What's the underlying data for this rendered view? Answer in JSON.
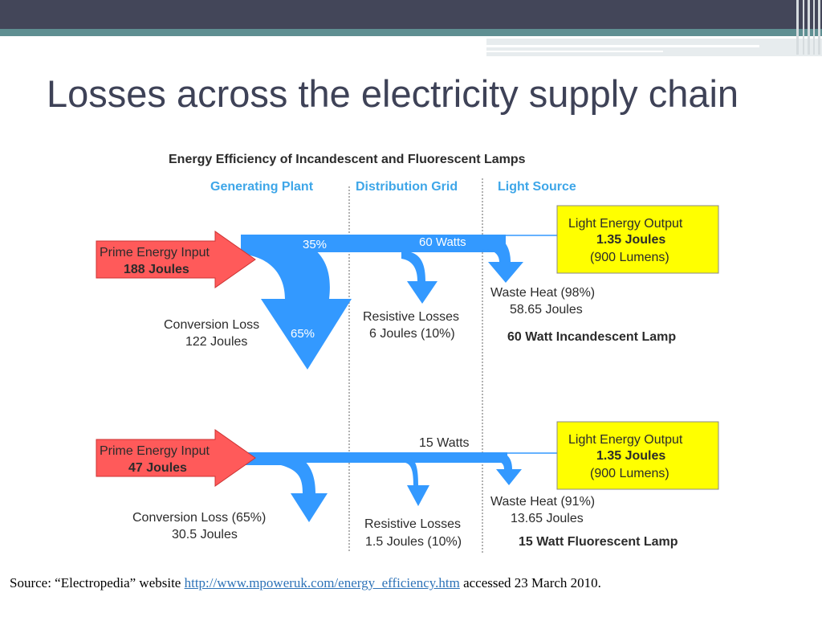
{
  "slide": {
    "title": "Losses across the electricity supply chain",
    "source": {
      "prefix": "Source:  “Electropedia” website ",
      "link": "http://www.mpoweruk.com/energy_efficiency.htm",
      "suffix": " accessed 23 March 2010."
    }
  },
  "diagram": {
    "title": "Energy Efficiency of Incandescent and Fluorescent Lamps",
    "stages": [
      "Generating Plant",
      "Distribution Grid",
      "Light Source"
    ],
    "incandescent": {
      "input_label": "Prime Energy Input",
      "input_value": "188 Joules",
      "plant_efficiency": "35%",
      "delivered": "60 Watts",
      "conversion_loss_label": "Conversion Loss",
      "conversion_loss_value": "122 Joules",
      "conversion_loss_pct": "65%",
      "resistive_label": "Resistive Losses",
      "resistive_value": "6 Joules (10%)",
      "waste_label": "Waste Heat (98%)",
      "waste_value": "58.65 Joules",
      "output_label": "Light Energy Output",
      "output_value": "1.35 Joules",
      "output_lumens": "(900 Lumens)",
      "lamp": "60 Watt Incandescent Lamp"
    },
    "fluorescent": {
      "input_label": "Prime Energy Input",
      "input_value": "47 Joules",
      "delivered": "15 Watts",
      "conversion_loss_label": "Conversion Loss (65%)",
      "conversion_loss_value": "30.5 Joules",
      "resistive_label": "Resistive Losses",
      "resistive_value": "1.5 Joules (10%)",
      "waste_label": "Waste Heat (91%)",
      "waste_value": "13.65 Joules",
      "output_label": "Light Energy Output",
      "output_value": "1.35 Joules",
      "output_lumens": "(900 Lumens)",
      "lamp": "15 Watt Fluorescent Lamp"
    }
  },
  "colors": {
    "flow": "#3399ff",
    "arrow_red": "#ff5a5a",
    "output_box": "#ffff00",
    "stage_header": "#3ea6e8",
    "title": "#3e4257"
  }
}
